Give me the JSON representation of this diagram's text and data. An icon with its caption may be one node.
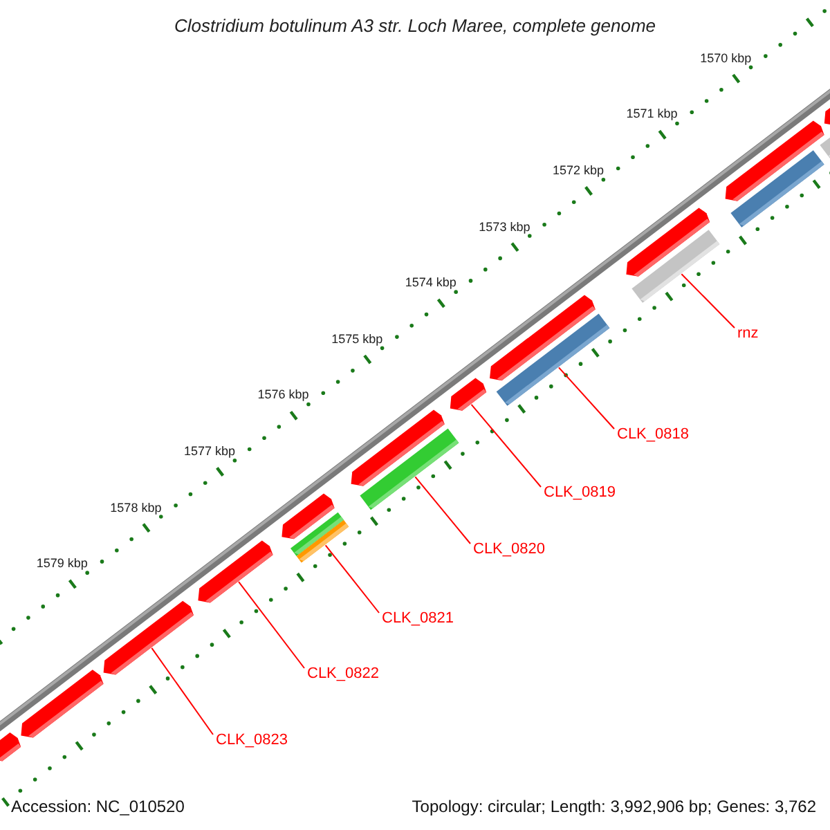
{
  "diagram": {
    "title": "Clostridium botulinum A3 str. Loch Maree, complete genome",
    "nodes": [
      {
        "text": [
          "rnz"
        ]
      },
      {
        "text": [
          "CLK_0818"
        ]
      },
      {
        "text": [
          "CLK_0819"
        ]
      },
      {
        "text": [
          "CLK_0820"
        ]
      },
      {
        "text": [
          "CLK_0821"
        ]
      },
      {
        "text": [
          "CLK_0822"
        ]
      },
      {
        "text": [
          "CLK_0823"
        ]
      },
      {
        "text": [],
        "shape": "bar"
      },
      {
        "text": [],
        "shape": "bar"
      },
      {
        "text": [],
        "shape": "bar"
      },
      {
        "text": [],
        "shape": "bar"
      },
      {
        "text": [],
        "shape": "bar"
      },
      {
        "text": [],
        "shape": "bar"
      },
      {
        "text": [],
        "shape": "bar"
      },
      {
        "text": [],
        "shape": "bar"
      },
      {
        "text": [],
        "shape": "bar"
      },
      {
        "text": [],
        "shape": "bar"
      },
      {
        "text": [],
        "shape": "bar"
      },
      {
        "text": [],
        "shape": "bar"
      },
      {
        "text": [],
        "shape": "bar"
      },
      {
        "text": [],
        "shape": "bar"
      },
      {
        "text": [],
        "shape": "bar"
      },
      {
        "text": [],
        "shape": "bar"
      },
      {
        "text": [],
        "shape": "bar"
      },
      {
        "text": [],
        "shape": "bar"
      }
    ],
    "edges": [
      {
        "from": 0,
        "to": 20,
        "arrow": "none"
      },
      {
        "from": 1,
        "to": 18,
        "arrow": "none"
      },
      {
        "from": 2,
        "to": 16,
        "arrow": "none"
      },
      {
        "from": 3,
        "to": 15,
        "arrow": "none"
      },
      {
        "from": 4,
        "to": 13,
        "arrow": "none"
      },
      {
        "from": 5,
        "to": 10,
        "arrow": "none"
      },
      {
        "from": 6,
        "to": 9,
        "arrow": "none"
      }
    ],
    "labels": [
      "1570 kbp",
      "1571 kbp",
      "1572 kbp",
      "1573 kbp",
      "1574 kbp",
      "1575 kbp",
      "1576 kbp",
      "1577 kbp",
      "1578 kbp",
      "1579 kbp",
      "Accession: NC_010520",
      "Topology: circular; Length: 3,992,906 bp; Genes: 3,762"
    ]
  }
}
